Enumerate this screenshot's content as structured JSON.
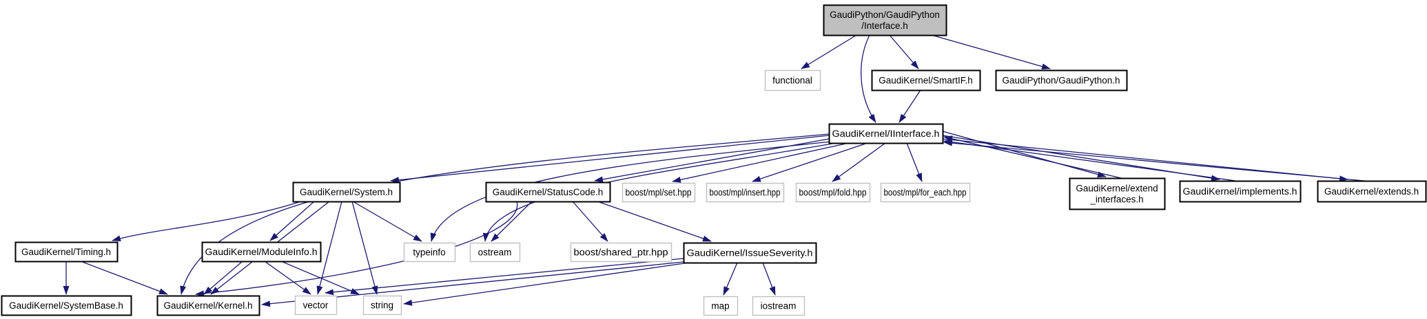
{
  "diagram": {
    "type": "include-dependency-graph",
    "root_header": "GaudiPython/GaudiPython/Interface.h",
    "colors": {
      "background": "#ffffff",
      "edge": "#191970",
      "main_node_fill": "#bfbfbf",
      "node_fill": "#ffffff",
      "internal_border": "#000000",
      "external_border": "#c0c0c0",
      "text": "#000000"
    },
    "nodes": [
      {
        "id": "interface",
        "label": "GaudiPython/GaudiPython/Interface.h",
        "lines": [
          "GaudiPython/GaudiPython",
          "/Interface.h"
        ],
        "type": "main"
      },
      {
        "id": "functional",
        "label": "functional",
        "lines": [
          "functional"
        ],
        "type": "external"
      },
      {
        "id": "smartif",
        "label": "GaudiKernel/SmartIF.h",
        "lines": [
          "GaudiKernel/SmartIF.h"
        ],
        "type": "internal"
      },
      {
        "id": "gaudipython",
        "label": "GaudiPython/GaudiPython.h",
        "lines": [
          "GaudiPython/GaudiPython.h"
        ],
        "type": "internal"
      },
      {
        "id": "iinterface",
        "label": "GaudiKernel/IInterface.h",
        "lines": [
          "GaudiKernel/IInterface.h"
        ],
        "type": "internal"
      },
      {
        "id": "system",
        "label": "GaudiKernel/System.h",
        "lines": [
          "GaudiKernel/System.h"
        ],
        "type": "internal"
      },
      {
        "id": "statuscode",
        "label": "GaudiKernel/StatusCode.h",
        "lines": [
          "GaudiKernel/StatusCode.h"
        ],
        "type": "internal"
      },
      {
        "id": "mpl_set",
        "label": "boost/mpl/set.hpp",
        "lines": [
          "boost/mpl/set.hpp"
        ],
        "type": "external"
      },
      {
        "id": "mpl_insert",
        "label": "boost/mpl/insert.hpp",
        "lines": [
          "boost/mpl/insert.hpp"
        ],
        "type": "external"
      },
      {
        "id": "mpl_fold",
        "label": "boost/mpl/fold.hpp",
        "lines": [
          "boost/mpl/fold.hpp"
        ],
        "type": "external"
      },
      {
        "id": "mpl_foreach",
        "label": "boost/mpl/for_each.hpp",
        "lines": [
          "boost/mpl/for_each.hpp"
        ],
        "type": "external"
      },
      {
        "id": "extendif",
        "label": "GaudiKernel/extend_interfaces.h",
        "lines": [
          "GaudiKernel/extend",
          "_interfaces.h"
        ],
        "type": "internal"
      },
      {
        "id": "implements",
        "label": "GaudiKernel/implements.h",
        "lines": [
          "GaudiKernel/implements.h"
        ],
        "type": "internal"
      },
      {
        "id": "extends",
        "label": "GaudiKernel/extends.h",
        "lines": [
          "GaudiKernel/extends.h"
        ],
        "type": "internal"
      },
      {
        "id": "timing",
        "label": "GaudiKernel/Timing.h",
        "lines": [
          "GaudiKernel/Timing.h"
        ],
        "type": "internal"
      },
      {
        "id": "moduleinfo",
        "label": "GaudiKernel/ModuleInfo.h",
        "lines": [
          "GaudiKernel/ModuleInfo.h"
        ],
        "type": "internal"
      },
      {
        "id": "typeinfo",
        "label": "typeinfo",
        "lines": [
          "typeinfo"
        ],
        "type": "external"
      },
      {
        "id": "ostream",
        "label": "ostream",
        "lines": [
          "ostream"
        ],
        "type": "external"
      },
      {
        "id": "sharedptr",
        "label": "boost/shared_ptr.hpp",
        "lines": [
          "boost/shared_ptr.hpp"
        ],
        "type": "external"
      },
      {
        "id": "issueseverity",
        "label": "GaudiKernel/IssueSeverity.h",
        "lines": [
          "GaudiKernel/IssueSeverity.h"
        ],
        "type": "internal"
      },
      {
        "id": "systembase",
        "label": "GaudiKernel/SystemBase.h",
        "lines": [
          "GaudiKernel/SystemBase.h"
        ],
        "type": "internal"
      },
      {
        "id": "kernel",
        "label": "GaudiKernel/Kernel.h",
        "lines": [
          "GaudiKernel/Kernel.h"
        ],
        "type": "internal"
      },
      {
        "id": "vector",
        "label": "vector",
        "lines": [
          "vector"
        ],
        "type": "external"
      },
      {
        "id": "string",
        "label": "string",
        "lines": [
          "string"
        ],
        "type": "external"
      },
      {
        "id": "map",
        "label": "map",
        "lines": [
          "map"
        ],
        "type": "external"
      },
      {
        "id": "iostream",
        "label": "iostream",
        "lines": [
          "iostream"
        ],
        "type": "external"
      }
    ],
    "edges": [
      {
        "from": "interface",
        "to": "functional"
      },
      {
        "from": "interface",
        "to": "smartif"
      },
      {
        "from": "interface",
        "to": "gaudipython"
      },
      {
        "from": "interface",
        "to": "iinterface"
      },
      {
        "from": "smartif",
        "to": "iinterface"
      },
      {
        "from": "iinterface",
        "to": "system"
      },
      {
        "from": "iinterface",
        "to": "statuscode"
      },
      {
        "from": "iinterface",
        "to": "typeinfo"
      },
      {
        "from": "iinterface",
        "to": "ostream"
      },
      {
        "from": "iinterface",
        "to": "mpl_set"
      },
      {
        "from": "iinterface",
        "to": "mpl_insert"
      },
      {
        "from": "iinterface",
        "to": "mpl_fold"
      },
      {
        "from": "iinterface",
        "to": "mpl_foreach"
      },
      {
        "from": "iinterface",
        "to": "extendif"
      },
      {
        "from": "extendif",
        "to": "iinterface"
      },
      {
        "from": "iinterface",
        "to": "implements"
      },
      {
        "from": "implements",
        "to": "iinterface"
      },
      {
        "from": "iinterface",
        "to": "extends"
      },
      {
        "from": "extends",
        "to": "iinterface"
      },
      {
        "from": "iinterface",
        "to": "kernel"
      },
      {
        "from": "statuscode",
        "to": "kernel"
      },
      {
        "from": "system",
        "to": "timing"
      },
      {
        "from": "system",
        "to": "moduleinfo"
      },
      {
        "from": "system",
        "to": "typeinfo"
      },
      {
        "from": "system",
        "to": "kernel"
      },
      {
        "from": "system",
        "to": "vector"
      },
      {
        "from": "system",
        "to": "string"
      },
      {
        "from": "timing",
        "to": "systembase"
      },
      {
        "from": "timing",
        "to": "kernel"
      },
      {
        "from": "moduleinfo",
        "to": "kernel"
      },
      {
        "from": "moduleinfo",
        "to": "vector"
      },
      {
        "from": "moduleinfo",
        "to": "string"
      },
      {
        "from": "statuscode",
        "to": "ostream"
      },
      {
        "from": "statuscode",
        "to": "sharedptr"
      },
      {
        "from": "statuscode",
        "to": "issueseverity"
      },
      {
        "from": "issueseverity",
        "to": "map"
      },
      {
        "from": "issueseverity",
        "to": "iostream"
      },
      {
        "from": "issueseverity",
        "to": "vector"
      },
      {
        "from": "issueseverity",
        "to": "kernel"
      },
      {
        "from": "issueseverity",
        "to": "string"
      }
    ]
  }
}
